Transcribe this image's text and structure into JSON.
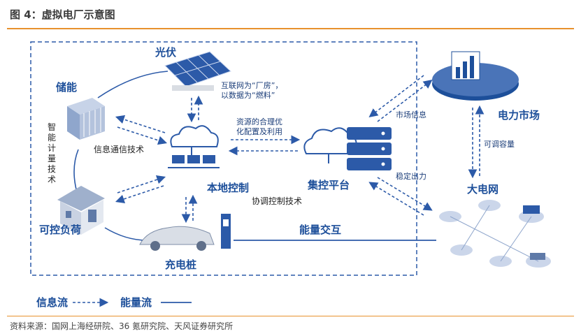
{
  "figure": {
    "title": "图 4：虚拟电厂示意图",
    "source": "资料来源：国网上海经研院、36 氪研究院、天风证券研究所"
  },
  "nodes": {
    "solar": "光伏",
    "storage": "储能",
    "controllable_load": "可控负荷",
    "charging_pile": "充电桩",
    "local_control": "本地控制",
    "central_platform": "集控平台",
    "power_market": "电力市场",
    "big_grid": "大电网"
  },
  "labels": {
    "smart_metering": [
      "智",
      "能",
      "计",
      "量",
      "技",
      "术"
    ],
    "info_comm_tech": "信息通信技术",
    "coordinated_control_tech": "协调控制技术",
    "energy_exchange": "能量交互",
    "internet_line1": "互联网为“厂房”，",
    "internet_line2": "以数据为“燃料”",
    "resource_line1": "资源的合理优",
    "resource_line2": "化配置及利用",
    "market_info": "市场信息",
    "adjustable_capacity": "可调容量",
    "stable_output": "稳定出力"
  },
  "legend": {
    "info_flow": "信息流",
    "energy_flow": "能量流"
  },
  "colors": {
    "accent_rule": "#e8912d",
    "primary_blue": "#1d4f9a",
    "line_blue": "#2c5aa8"
  }
}
